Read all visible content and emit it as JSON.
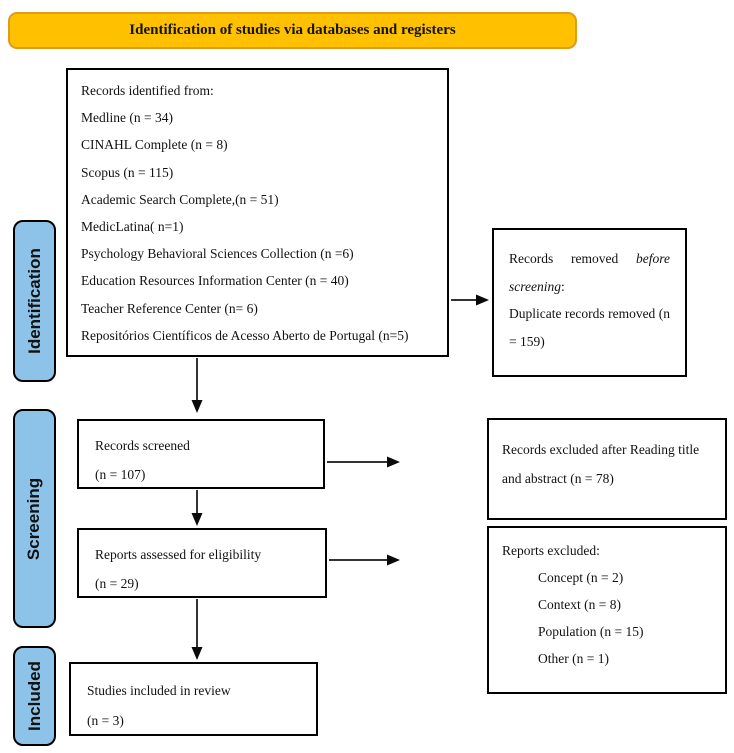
{
  "header": {
    "title": "Identification of studies via databases and registers"
  },
  "stages": {
    "identification": "Identification",
    "screening": "Screening",
    "included": "Included"
  },
  "boxes": {
    "records_identified": {
      "lines": [
        "Records identified from:",
        "Medline (n = 34)",
        "CINAHL Complete (n = 8)",
        "Scopus (n = 115)",
        "Academic Search Complete,(n = 51)",
        "MedicLatina( n=1)",
        "Psychology Behavioral Sciences Collection (n =6)",
        "Education Resources Information Center (n = 40)",
        "Teacher Reference Center (n= 6)",
        "Repositórios Científicos de Acesso Aberto de Portugal (n=5)"
      ]
    },
    "records_removed": {
      "lead": "Records removed",
      "lead_italic": "before screening",
      "lead_suffix": ":",
      "detail": "Duplicate records removed (n = 159)"
    },
    "records_screened": {
      "line1": "Records screened",
      "line2": "(n = 107)"
    },
    "records_excluded": {
      "text": "Records excluded after Reading title and abstract (n = 78)"
    },
    "reports_assessed": {
      "line1": "Reports assessed for eligibility",
      "line2": "(n = 29)"
    },
    "reports_excluded": {
      "title": "Reports excluded:",
      "items": [
        "Concept (n = 2)",
        "Context (n = 8)",
        "Population (n = 15)",
        "Other (n = 1)"
      ]
    },
    "studies_included": {
      "line1": "Studies included in review",
      "line2": "(n = 3)"
    }
  },
  "colors": {
    "header_fill": "#FFC000",
    "header_border": "#DE9C17",
    "stage_fill": "#8DC3E8",
    "box_border": "#000000",
    "arrow": "#333333"
  }
}
